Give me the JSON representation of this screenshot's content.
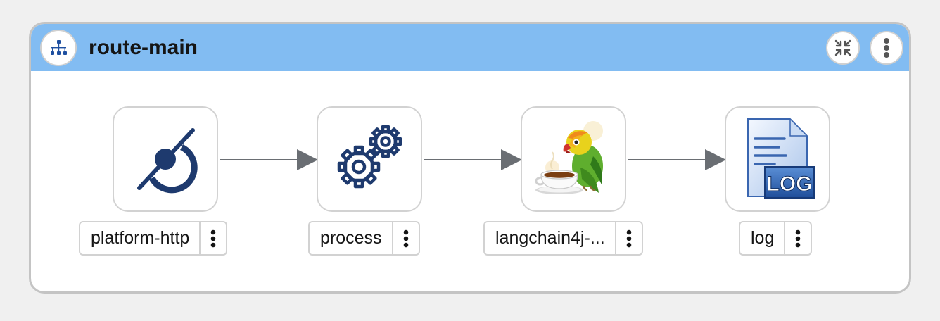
{
  "route": {
    "title": "route-main",
    "header_icon": "route-tree-icon",
    "collapse_icon": "collapse-arrows-icon",
    "menu_icon": "vertical-dots-icon"
  },
  "nodes": [
    {
      "label": "platform-http",
      "icon": "platform-http-icon"
    },
    {
      "label": "process",
      "icon": "gears-icon"
    },
    {
      "label": "langchain4j-...",
      "icon": "parrot-teacup-icon"
    },
    {
      "label": "log",
      "icon": "log-file-icon"
    }
  ],
  "edges": [
    {
      "from": "platform-http",
      "to": "process"
    },
    {
      "from": "process",
      "to": "langchain4j-..."
    },
    {
      "from": "langchain4j-...",
      "to": "log"
    }
  ],
  "colors": {
    "header": "#82bcf2",
    "icon_blue": "#1e3a6e",
    "edge": "#6a6e73"
  }
}
